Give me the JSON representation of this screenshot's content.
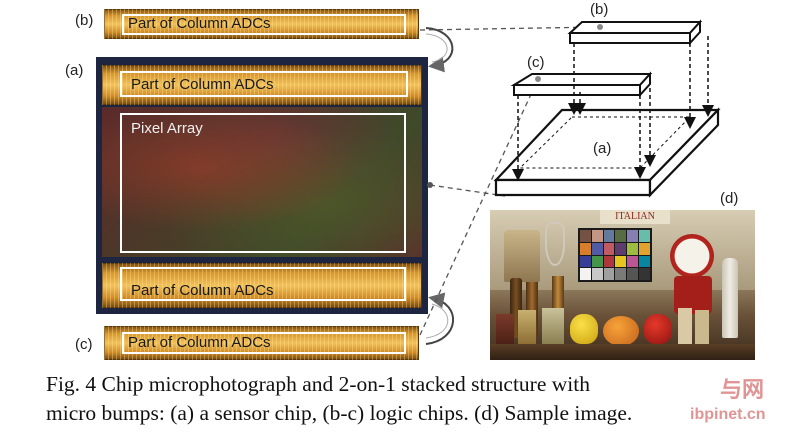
{
  "labels": {
    "b_left": "(b)",
    "a_left": "(a)",
    "c_left": "(c)",
    "b_diagram": "(b)",
    "c_diagram": "(c)",
    "a_diagram": "(a)",
    "d_image": "(d)"
  },
  "chip": {
    "top_strip_label": "Part of Column ADCs",
    "sensor_top_label": "Part of Column ADCs",
    "pixel_array_label": "Pixel Array",
    "sensor_bottom_label": "Part of Column ADCs",
    "bottom_strip_label": "Part of Column ADCs"
  },
  "scene": {
    "sign_text": "ITALIAN"
  },
  "caption": {
    "line1": "Fig. 4 Chip microphotograph and 2-on-1 stacked structure with",
    "line2": "micro bumps: (a) a sensor chip, (b-c) logic chips. (d) Sample image."
  },
  "watermark": {
    "brand": "与网",
    "site": "ibpinet.cn"
  },
  "colors": {
    "chip_gold": "#f3c15a",
    "sensor_frame": "#1e2540",
    "box_outline": "#ffffff"
  }
}
